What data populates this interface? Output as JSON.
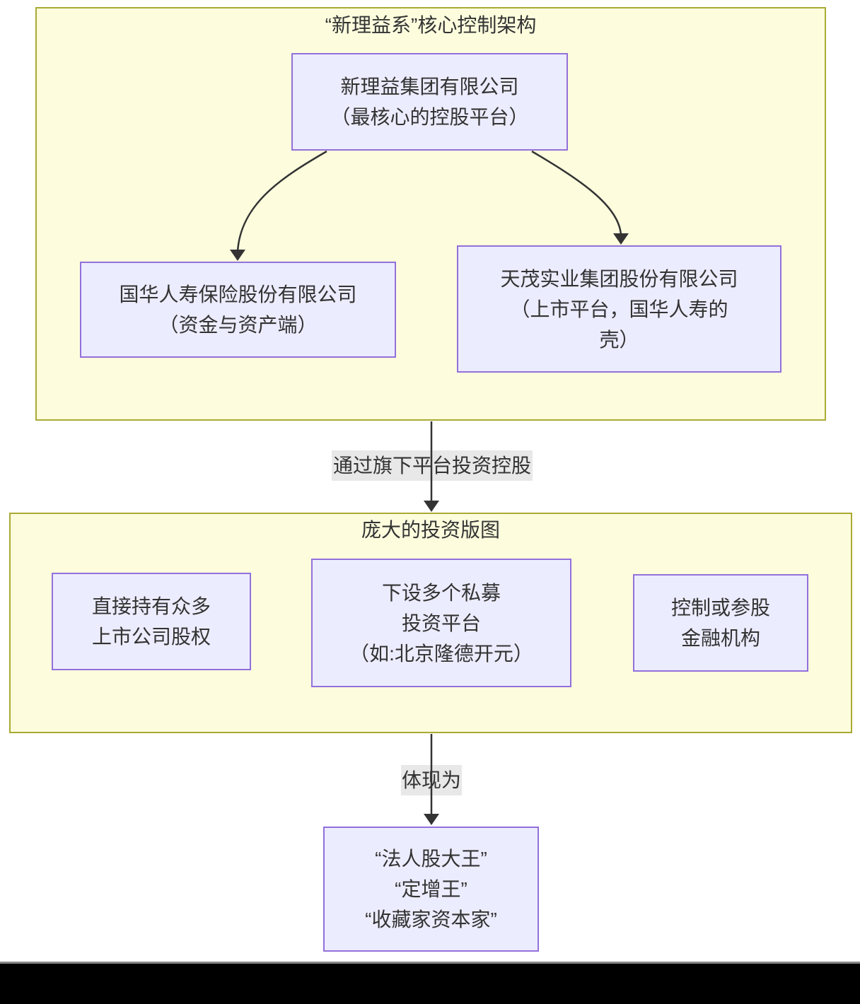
{
  "colors": {
    "container_fill": "#fdfdde",
    "container_border": "#aaaa33",
    "node_fill": "#ececff",
    "node_border": "#9370db",
    "arrow": "#333333",
    "edge_label_bg": "#e8e8e8",
    "text": "#333333",
    "bottom_bar": "#000000"
  },
  "diagram": {
    "core_section": {
      "title": "“新理益系”核心控制架构",
      "root_node": {
        "lines": [
          "新理益集团有限公司",
          "（最核心的控股平台）"
        ]
      },
      "insurance_node": {
        "lines": [
          "国华人寿保险股份有限公司",
          "（资金与资产端）"
        ]
      },
      "listed_node": {
        "lines": [
          "天茂实业集团股份有限公司",
          "（上市平台，国华人寿的",
          "壳）"
        ]
      }
    },
    "edge_invest_label": "通过旗下平台投资控股",
    "investment_section": {
      "title": "庞大的投资版图",
      "equity_node": {
        "lines": [
          "直接持有众多",
          "上市公司股权"
        ]
      },
      "pe_node": {
        "lines": [
          "下设多个私募",
          "投资平台",
          "（如:北京隆德开元）"
        ]
      },
      "financial_node": {
        "lines": [
          "控制或参股",
          "金融机构"
        ]
      }
    },
    "edge_result_label": "体现为",
    "result_node": {
      "lines": [
        "“法人股大王”",
        "“定增王”",
        "“收藏家资本家”"
      ]
    }
  }
}
